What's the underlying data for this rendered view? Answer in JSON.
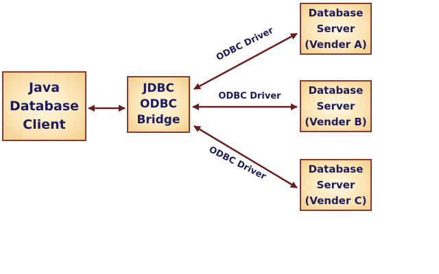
{
  "nodes": {
    "client": {
      "lines": [
        "Java",
        "Database",
        "Client"
      ]
    },
    "bridge": {
      "lines": [
        "JDBC",
        "ODBC",
        "Bridge"
      ]
    },
    "server_a": {
      "lines": [
        "Database",
        "Server",
        "(Vender A)"
      ]
    },
    "server_b": {
      "lines": [
        "Database",
        "Server",
        "(Vender B)"
      ]
    },
    "server_c": {
      "lines": [
        "Database",
        "Server",
        "(Vender C)"
      ]
    }
  },
  "edges": {
    "bridge_to_a": {
      "label": "ODBC Driver"
    },
    "bridge_to_b": {
      "label": "ODBC Driver"
    },
    "bridge_to_c": {
      "label": "ODBC Driver"
    }
  },
  "colors": {
    "border": "#8a3a2c",
    "arrow": "#6b1e1e",
    "text": "#1c1c5c",
    "fill_light": "#fff7e2",
    "fill_dark": "#f3cf8c"
  }
}
